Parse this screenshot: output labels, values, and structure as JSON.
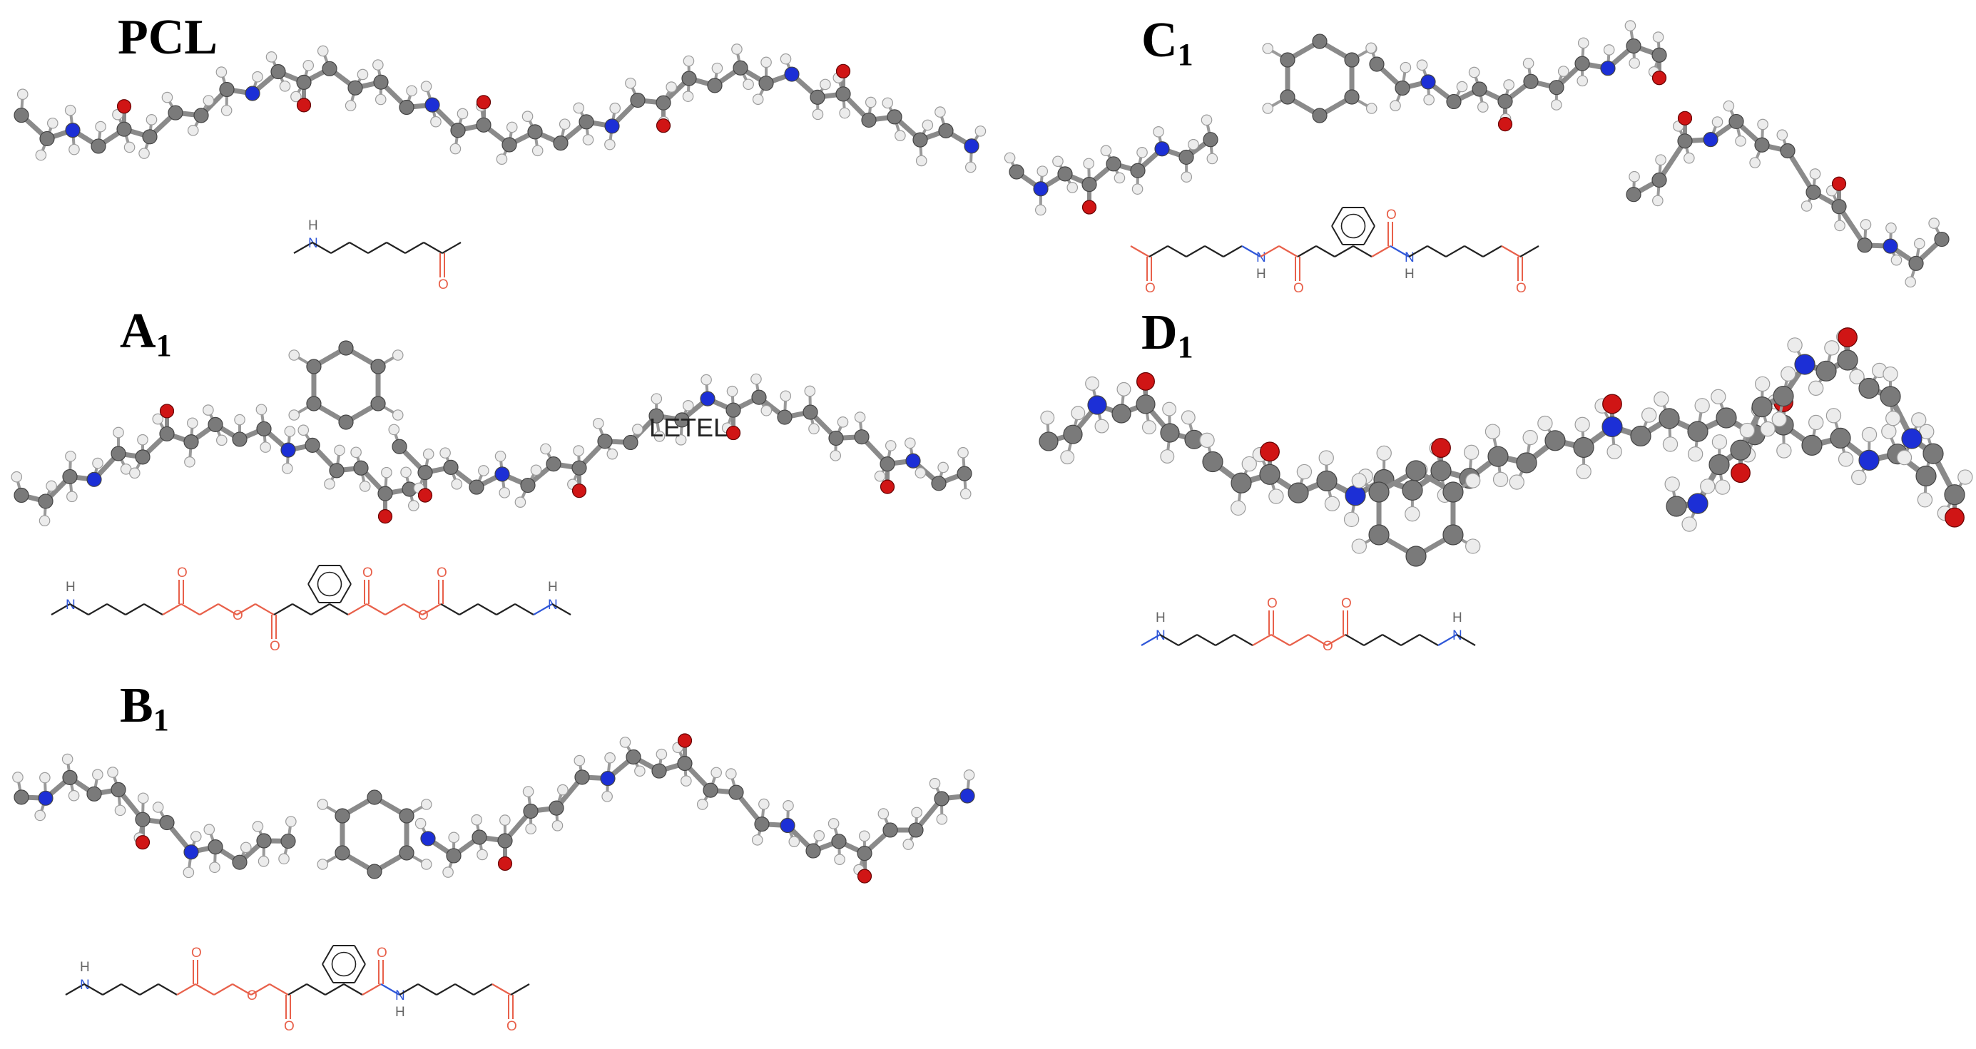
{
  "colors": {
    "carbon": "#7a7a7a",
    "hydrogen": "#ececec",
    "oxygen": "#d01515",
    "nitrogen": "#1c2fd6",
    "bond_black": "#222222",
    "bond_red": "#e8604a",
    "bond_blue": "#2f57d8"
  },
  "panels": [
    {
      "id": "pcl",
      "label_main": "PCL",
      "label_sub": ""
    },
    {
      "id": "a1",
      "label_main": "A",
      "label_sub": "1"
    },
    {
      "id": "b1",
      "label_main": "B",
      "label_sub": "1"
    },
    {
      "id": "c1",
      "label_main": "C",
      "label_sub": "1"
    },
    {
      "id": "d1",
      "label_main": "D",
      "label_sub": "1"
    }
  ],
  "overlay_text": "LETEL",
  "atom_symbols": {
    "nitrogen": "N",
    "hydrogen": "H",
    "oxygen": "O"
  }
}
